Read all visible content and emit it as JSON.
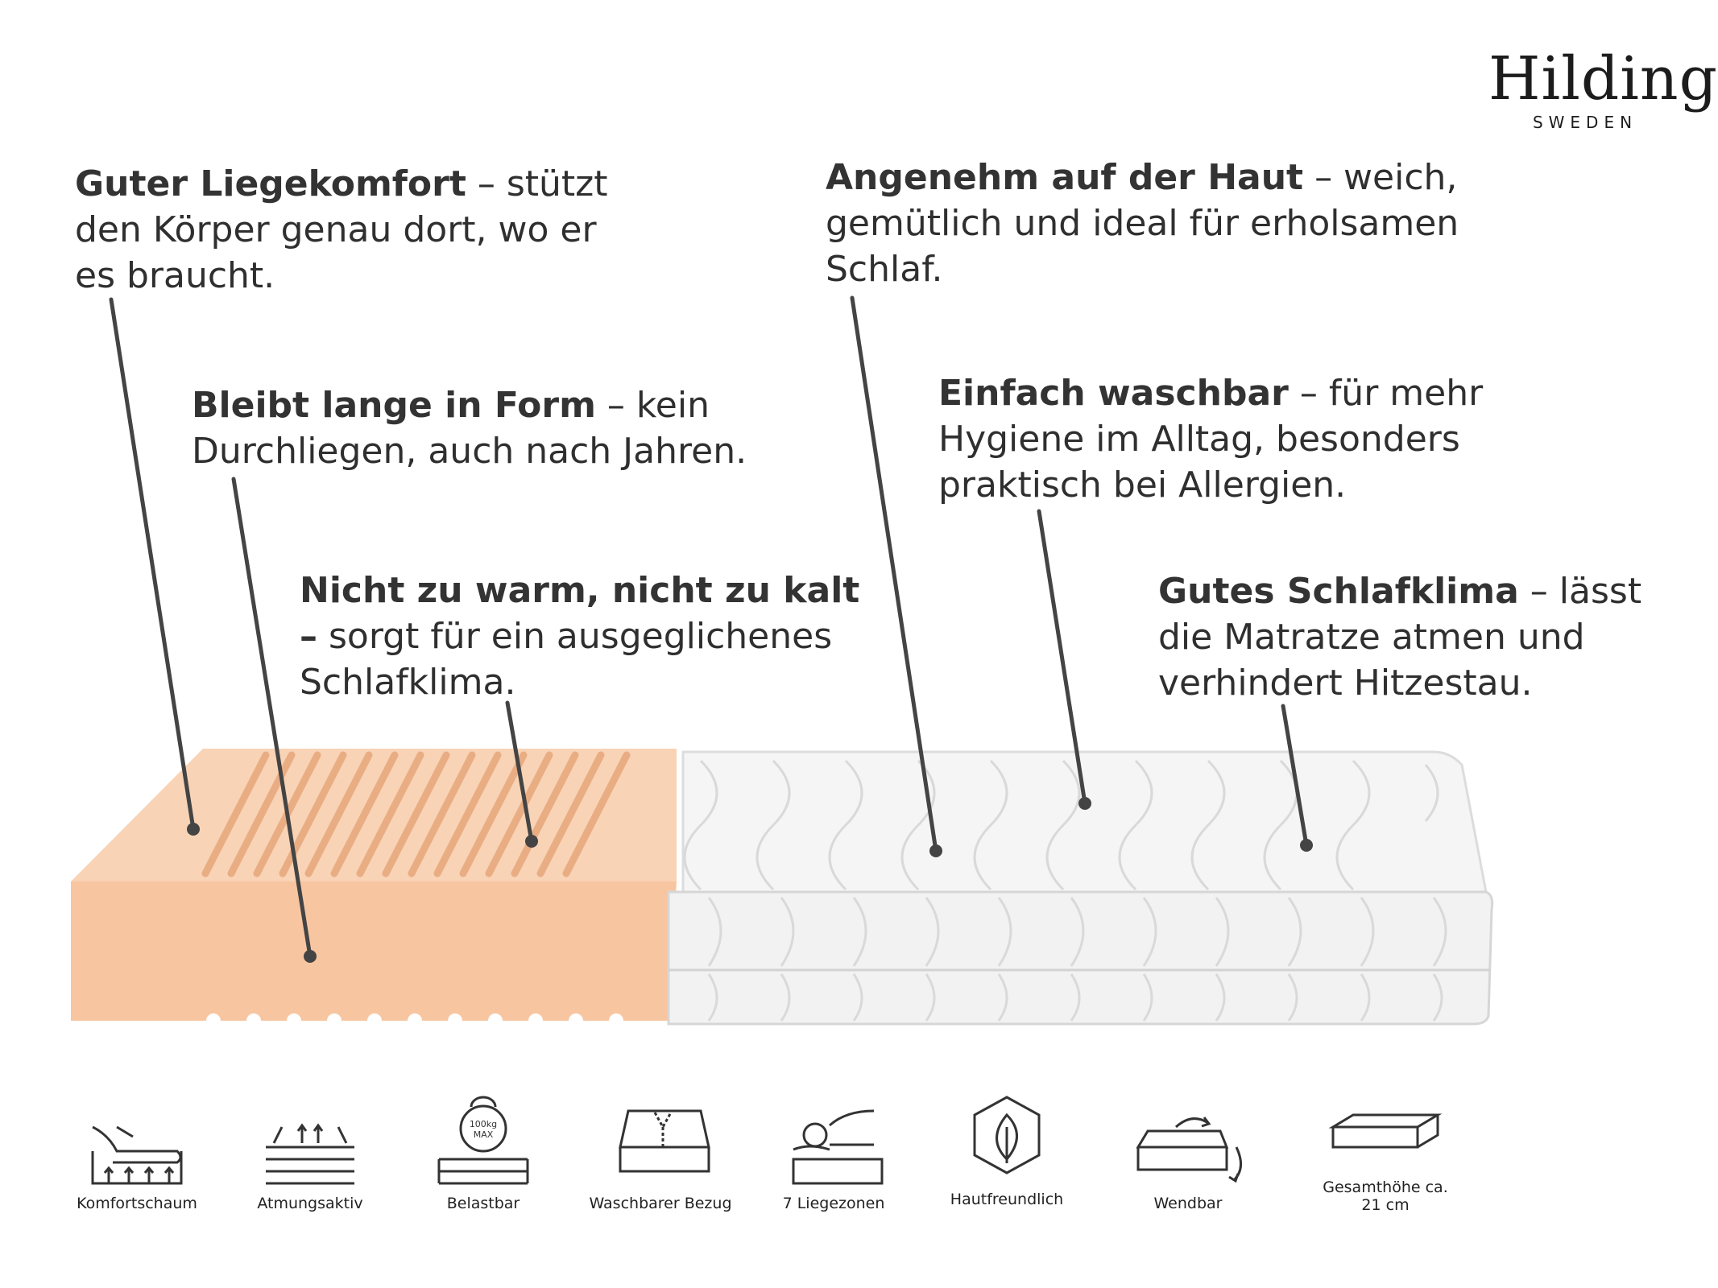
{
  "brand": {
    "name": "Hilding",
    "sub": "SWEDEN"
  },
  "callouts": [
    {
      "id": "komfort",
      "bold": "Guter Liegekomfort",
      "text": " – stützt den Körper genau dort, wo er es braucht."
    },
    {
      "id": "form",
      "bold": "Bleibt lange in Form",
      "text": " – kein Durchliegen, auch nach Jahren."
    },
    {
      "id": "warm",
      "bold": "Nicht zu warm, nicht zu kalt –",
      "text": " sorgt für ein ausgeglichenes Schlafklima."
    },
    {
      "id": "haut",
      "bold": "Angenehm auf der Haut",
      "text": " – weich, gemütlich und ideal für erholsamen Schlaf."
    },
    {
      "id": "waschbar",
      "bold": "Einfach waschbar",
      "text": " – für mehr Hygiene im Alltag, besonders praktisch bei Allergien."
    },
    {
      "id": "klima",
      "bold": "Gutes Schlafklima",
      "text": " – lässt die Matratze atmen und verhindert Hitzestau."
    }
  ],
  "features": [
    {
      "label": "Komfortschaum",
      "icon": "comfort-foam-icon"
    },
    {
      "label": "Atmungsaktiv",
      "icon": "breathable-icon"
    },
    {
      "label": "Belastbar",
      "icon": "weight-icon",
      "badge": "100kg MAX"
    },
    {
      "label": "Waschbarer Bezug",
      "icon": "washable-cover-icon"
    },
    {
      "label": "7 Liegezonen",
      "icon": "zones-icon"
    },
    {
      "label": "Hautfreundlich",
      "icon": "skin-friendly-icon"
    },
    {
      "label": "Wendbar",
      "icon": "reversible-icon"
    },
    {
      "label": "Gesamthöhe ca.  21 cm",
      "icon": "height-icon"
    }
  ],
  "colors": {
    "foam": "#f7c6a1",
    "foam_top": "#f9d3b5",
    "cover": "#f4f4f4",
    "text": "#2f2f2f",
    "leader": "#444444"
  }
}
